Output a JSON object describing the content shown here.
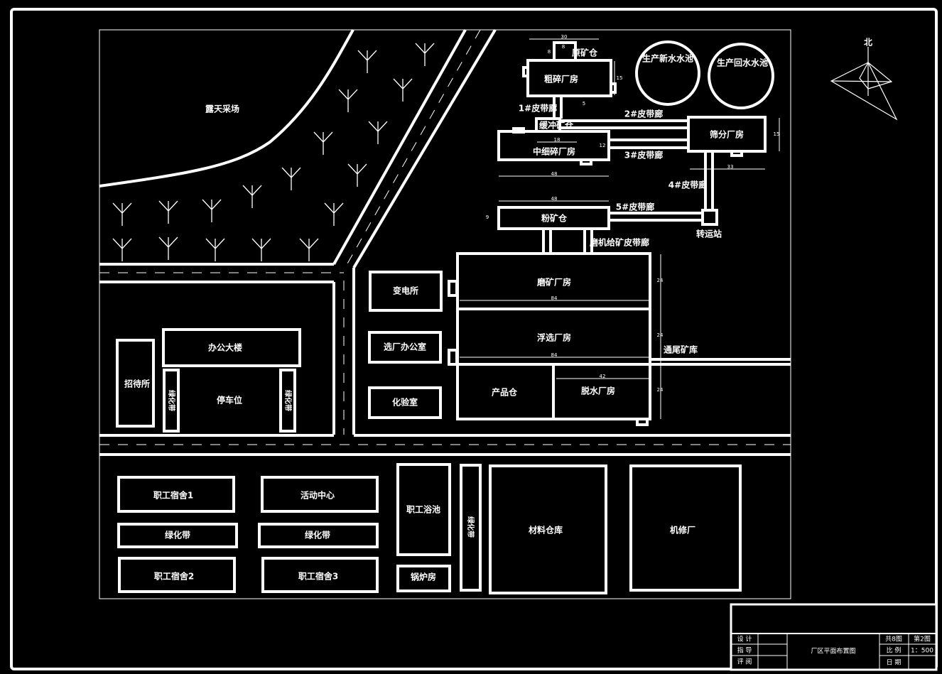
{
  "drawing": {
    "open_pit": "露天采场",
    "north": "北",
    "crushing": {
      "raw_ore_bin": "原矿仓",
      "coarse_crushing": "粗碎厂房",
      "buffer_bin": "缓冲矿仓",
      "medium_fine_crushing": "中细碎厂房",
      "screening": "筛分厂房",
      "fine_ore_bin": "粉矿仓",
      "transfer_station": "转运站"
    },
    "belts": {
      "b1": "1#皮带廊",
      "b2": "2#皮带廊",
      "b3": "3#皮带廊",
      "b4": "4#皮带廊",
      "b5": "5#皮带廊",
      "mill_feed": "磨机给矿皮带廊",
      "tailings": "通尾矿库"
    },
    "pools": {
      "new_water": "生产新水水池",
      "return_water": "生产回水水池"
    },
    "mill": {
      "grinding": "磨矿厂房",
      "flotation": "浮选厂房",
      "product_bin": "产品仓",
      "dewatering": "脱水厂房"
    },
    "dims": {
      "d30": "30",
      "d8a": "8",
      "d8b": "8",
      "d15a": "15",
      "d15b": "15",
      "d5": "5",
      "d18": "18",
      "d12": "12",
      "d48a": "48",
      "d48b": "48",
      "d33": "33",
      "d9": "9",
      "d84a": "84",
      "d84b": "84",
      "d42": "42",
      "d24a": "24",
      "d24b": "24",
      "d24c": "24"
    },
    "admin": {
      "substation": "变电所",
      "plant_office": "选厂办公室",
      "lab": "化验室",
      "guesthouse": "招待所",
      "office_building": "办公大楼",
      "parking": "停车位",
      "green_belt": "绿化带"
    },
    "living": {
      "dorm1": "职工宿舍1",
      "activity_center": "活动中心",
      "dorm2": "职工宿舍2",
      "dorm3": "职工宿舍3",
      "bathhouse": "职工浴池",
      "boiler_room": "锅炉房",
      "materials_warehouse": "材料仓库",
      "repair_shop": "机修厂"
    }
  },
  "title_block": {
    "design": "设 计",
    "guide": "指 导",
    "review": "评 阅",
    "title": "厂区平面布置图",
    "total": "共8图",
    "sheet": "第2图",
    "scale_label": "比 例",
    "scale": "1：500",
    "date_label": "日 期"
  }
}
